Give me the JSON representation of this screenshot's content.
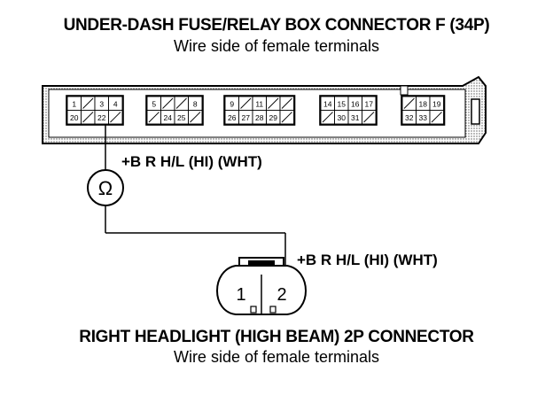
{
  "fuse_box": {
    "title": "UNDER-DASH FUSE/RELAY BOX CONNECTOR F (34P)",
    "subtitle": "Wire side of female terminals",
    "groups": [
      {
        "top": [
          "1",
          "",
          "3",
          "4"
        ],
        "bottom": [
          "20",
          "",
          "22",
          ""
        ]
      },
      {
        "top": [
          "5",
          "",
          "",
          "8"
        ],
        "bottom": [
          "",
          "24",
          "25",
          ""
        ]
      },
      {
        "top": [
          "9",
          "",
          "11",
          "",
          ""
        ],
        "bottom": [
          "26",
          "27",
          "28",
          "29",
          ""
        ]
      },
      {
        "top": [
          "14",
          "15",
          "16",
          "17"
        ],
        "bottom": [
          "",
          "30",
          "31",
          ""
        ]
      },
      {
        "top": [
          "",
          "18",
          "19"
        ],
        "bottom": [
          "32",
          "33",
          ""
        ]
      }
    ]
  },
  "wire_label_1": "+B R H/L (HI) (WHT)",
  "wire_label_2": "+B R H/L (HI) (WHT)",
  "ohm_symbol": "Ω",
  "headlight": {
    "title": "RIGHT HEADLIGHT (HIGH BEAM) 2P CONNECTOR",
    "subtitle": "Wire side of female terminals",
    "pins": [
      "1",
      "2"
    ]
  }
}
